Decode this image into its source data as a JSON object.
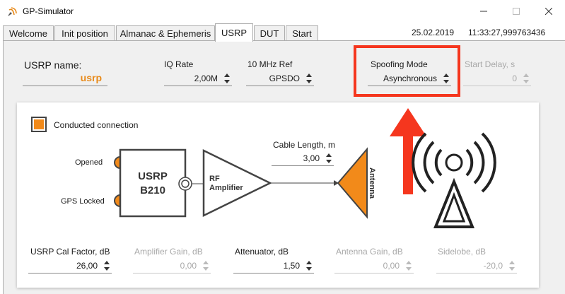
{
  "window": {
    "title": "GP-Simulator",
    "minimize_symbol": "—",
    "maximize_symbol": "☐",
    "close_symbol": "✕"
  },
  "tabs": [
    {
      "label": "Welcome",
      "active": false
    },
    {
      "label": "Init position",
      "active": false
    },
    {
      "label": "Almanac & Ephemeris",
      "active": false
    },
    {
      "label": "USRP",
      "active": true
    },
    {
      "label": "DUT",
      "active": false
    },
    {
      "label": "Start",
      "active": false
    }
  ],
  "header": {
    "date": "25.02.2019",
    "time": "11:33:27,999763436"
  },
  "settings": {
    "usrp_name_label": "USRP name:",
    "usrp_name_value": "usrp",
    "iq_rate_label": "IQ Rate",
    "iq_rate_value": "2,00M",
    "ref_label": "10 MHz Ref",
    "ref_value": "GPSDO",
    "spoofing_label": "Spoofing Mode",
    "spoofing_value": "Asynchronous",
    "start_delay_label": "Start Delay, s",
    "start_delay_value": "0"
  },
  "diagram": {
    "connection_label": "Conducted connection",
    "connection_checked": true,
    "opened_label": "Opened",
    "gps_locked_label": "GPS Locked",
    "usrp_line1": "USRP",
    "usrp_line2": "B210",
    "rf_line1": "RF",
    "rf_line2": "Amplifier",
    "antenna_label": "Antenna",
    "cable_label": "Cable Length, m",
    "cable_value": "3,00"
  },
  "gains": {
    "cal_label": "USRP Cal Factor, dB",
    "cal_value": "26,00",
    "amp_label": "Amplifier Gain, dB",
    "amp_value": "0,00",
    "att_label": "Attenuator, dB",
    "att_value": "1,50",
    "ant_label": "Antenna Gain, dB",
    "ant_value": "0,00",
    "side_label": "Sidelobe, dB",
    "side_value": "-20,0"
  },
  "colors": {
    "accent_orange": "#f28a1a",
    "highlight_red": "#f5361e",
    "disabled_text": "#a8a8a8"
  },
  "icons": {
    "app": "satellite-dish-icon",
    "spin": "up-down-spinner-icon",
    "annotation": "red-up-arrow",
    "wireless": "broadcast-tower-icon"
  }
}
